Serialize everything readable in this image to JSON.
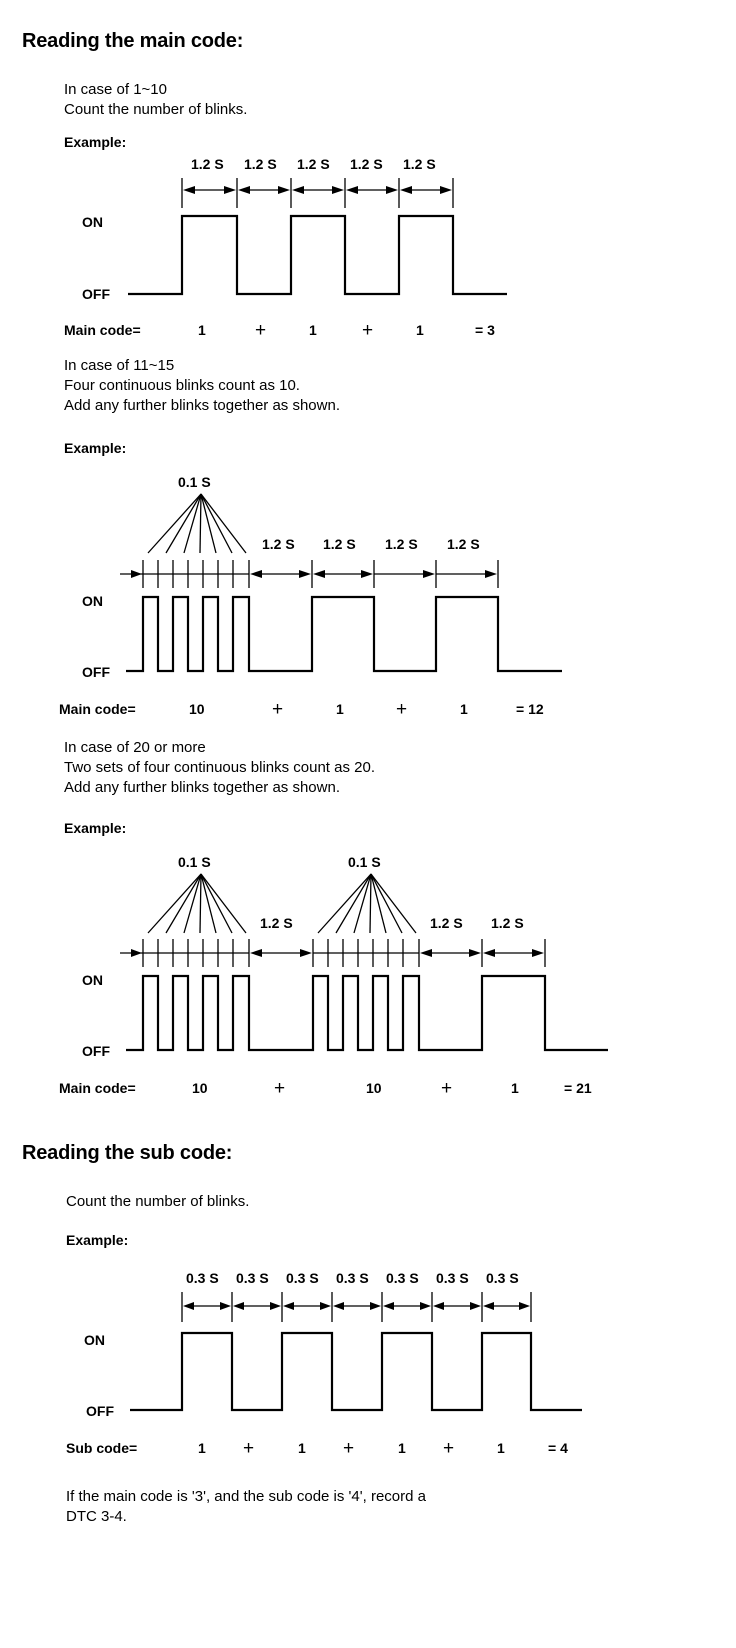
{
  "main": {
    "title": "Reading the main code:",
    "case1": {
      "line1": "In case of 1~10",
      "line2": "Count the number of blinks.",
      "example": "Example:",
      "timing": [
        "1.2 S",
        "1.2 S",
        "1.2 S",
        "1.2 S",
        "1.2 S"
      ],
      "on": "ON",
      "off": "OFF",
      "row_label": "Main code=",
      "terms": [
        "1",
        "+",
        "1",
        "+",
        "1",
        "= 3"
      ]
    },
    "case2": {
      "line1": "In case of 11~15",
      "line2": "Four continuous blinks count as 10.",
      "line3": "Add any further blinks together as shown.",
      "example": "Example:",
      "fast_label": "0.1 S",
      "timing": [
        "1.2 S",
        "1.2 S",
        "1.2 S",
        "1.2 S"
      ],
      "on": "ON",
      "off": "OFF",
      "row_label": "Main code=",
      "terms": [
        "10",
        "+",
        "1",
        "+",
        "1",
        "= 12"
      ]
    },
    "case3": {
      "line1": "In case of 20 or more",
      "line2": "Two sets of four continuous blinks count as 20.",
      "line3": "Add any further blinks together as shown.",
      "example": "Example:",
      "fast_label_1": "0.1 S",
      "fast_label_2": "0.1 S",
      "timing": [
        "1.2 S",
        "1.2 S",
        "1.2 S"
      ],
      "on": "ON",
      "off": "OFF",
      "row_label": "Main code=",
      "terms": [
        "10",
        "+",
        "10",
        "+",
        "1",
        "= 21"
      ]
    }
  },
  "sub": {
    "title": "Reading the sub code:",
    "line1": "Count the number of blinks.",
    "example": "Example:",
    "timing": [
      "0.3 S",
      "0.3 S",
      "0.3 S",
      "0.3 S",
      "0.3 S",
      "0.3 S",
      "0.3 S"
    ],
    "on": "ON",
    "off": "OFF",
    "row_label": "Sub code=",
    "terms": [
      "1",
      "+",
      "1",
      "+",
      "1",
      "+",
      "1",
      "= 4"
    ],
    "note_line1": "If the main code is '3', and the sub code is '4', record a",
    "note_line2": "DTC 3-4."
  }
}
